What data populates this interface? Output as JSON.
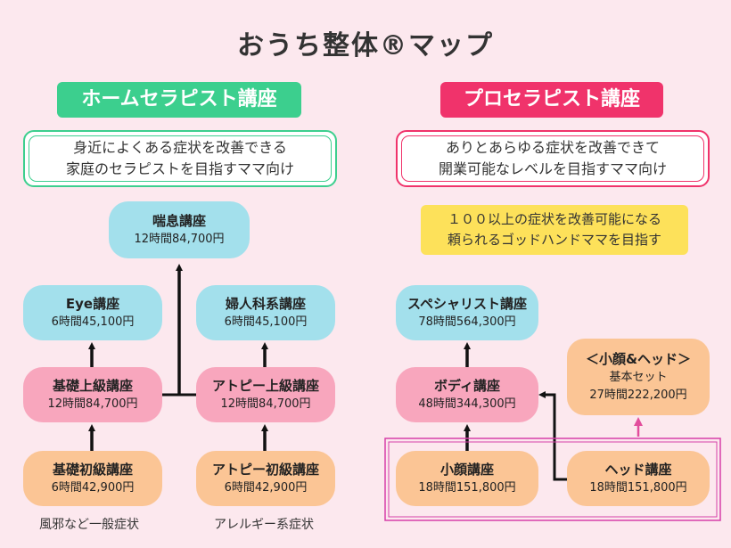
{
  "title": "おうち整体®マップ",
  "home": {
    "heading": "ホームセラピスト講座",
    "desc_line1": "身近によくある症状を改善できる",
    "desc_line2": "家庭のセラピストを目指すママ向け",
    "nodes": {
      "asthma": {
        "name": "喘息講座",
        "detail": "12時間84,700円"
      },
      "eye": {
        "name": "Eye講座",
        "detail": "6時間45,100円"
      },
      "gyn": {
        "name": "婦人科系講座",
        "detail": "6時間45,100円"
      },
      "basic_adv": {
        "name": "基礎上級講座",
        "detail": "12時間84,700円"
      },
      "atopy_adv": {
        "name": "アトピー上級講座",
        "detail": "12時間84,700円"
      },
      "basic_beg": {
        "name": "基礎初級講座",
        "detail": "6時間42,900円"
      },
      "atopy_beg": {
        "name": "アトピー初級講座",
        "detail": "6時間42,900円"
      }
    },
    "footer_left": "風邪など一般症状",
    "footer_right": "アレルギー系症状"
  },
  "pro": {
    "heading": "プロセラピスト講座",
    "desc_line1": "ありとあらゆる症状を改善できて",
    "desc_line2": "開業可能なレベルを目指すママ向け",
    "highlight_line1": "１００以上の症状を改善可能になる",
    "highlight_line2": "頼られるゴッドハンドママを目指す",
    "nodes": {
      "specialist": {
        "name": "スペシャリスト講座",
        "detail": "78時間564,300円"
      },
      "body": {
        "name": "ボディ講座",
        "detail": "48時間344,300円"
      },
      "set": {
        "name": "＜小顔&ヘッド＞",
        "sub": "基本セット",
        "detail": "27時間222,200円"
      },
      "face": {
        "name": "小顔講座",
        "detail": "18時間151,800円"
      },
      "head": {
        "name": "ヘッド講座",
        "detail": "18時間151,800円"
      }
    }
  },
  "colors": {
    "background": "#fce8ee",
    "home_accent": "#3ccf8e",
    "pro_accent": "#f0336b",
    "highlight": "#fde15a",
    "node_blue": "#a3e0ec",
    "node_pink": "#f8a6bd",
    "node_orange": "#fbc595",
    "arrow": "#111111",
    "group_outline": "#d63fa8"
  }
}
